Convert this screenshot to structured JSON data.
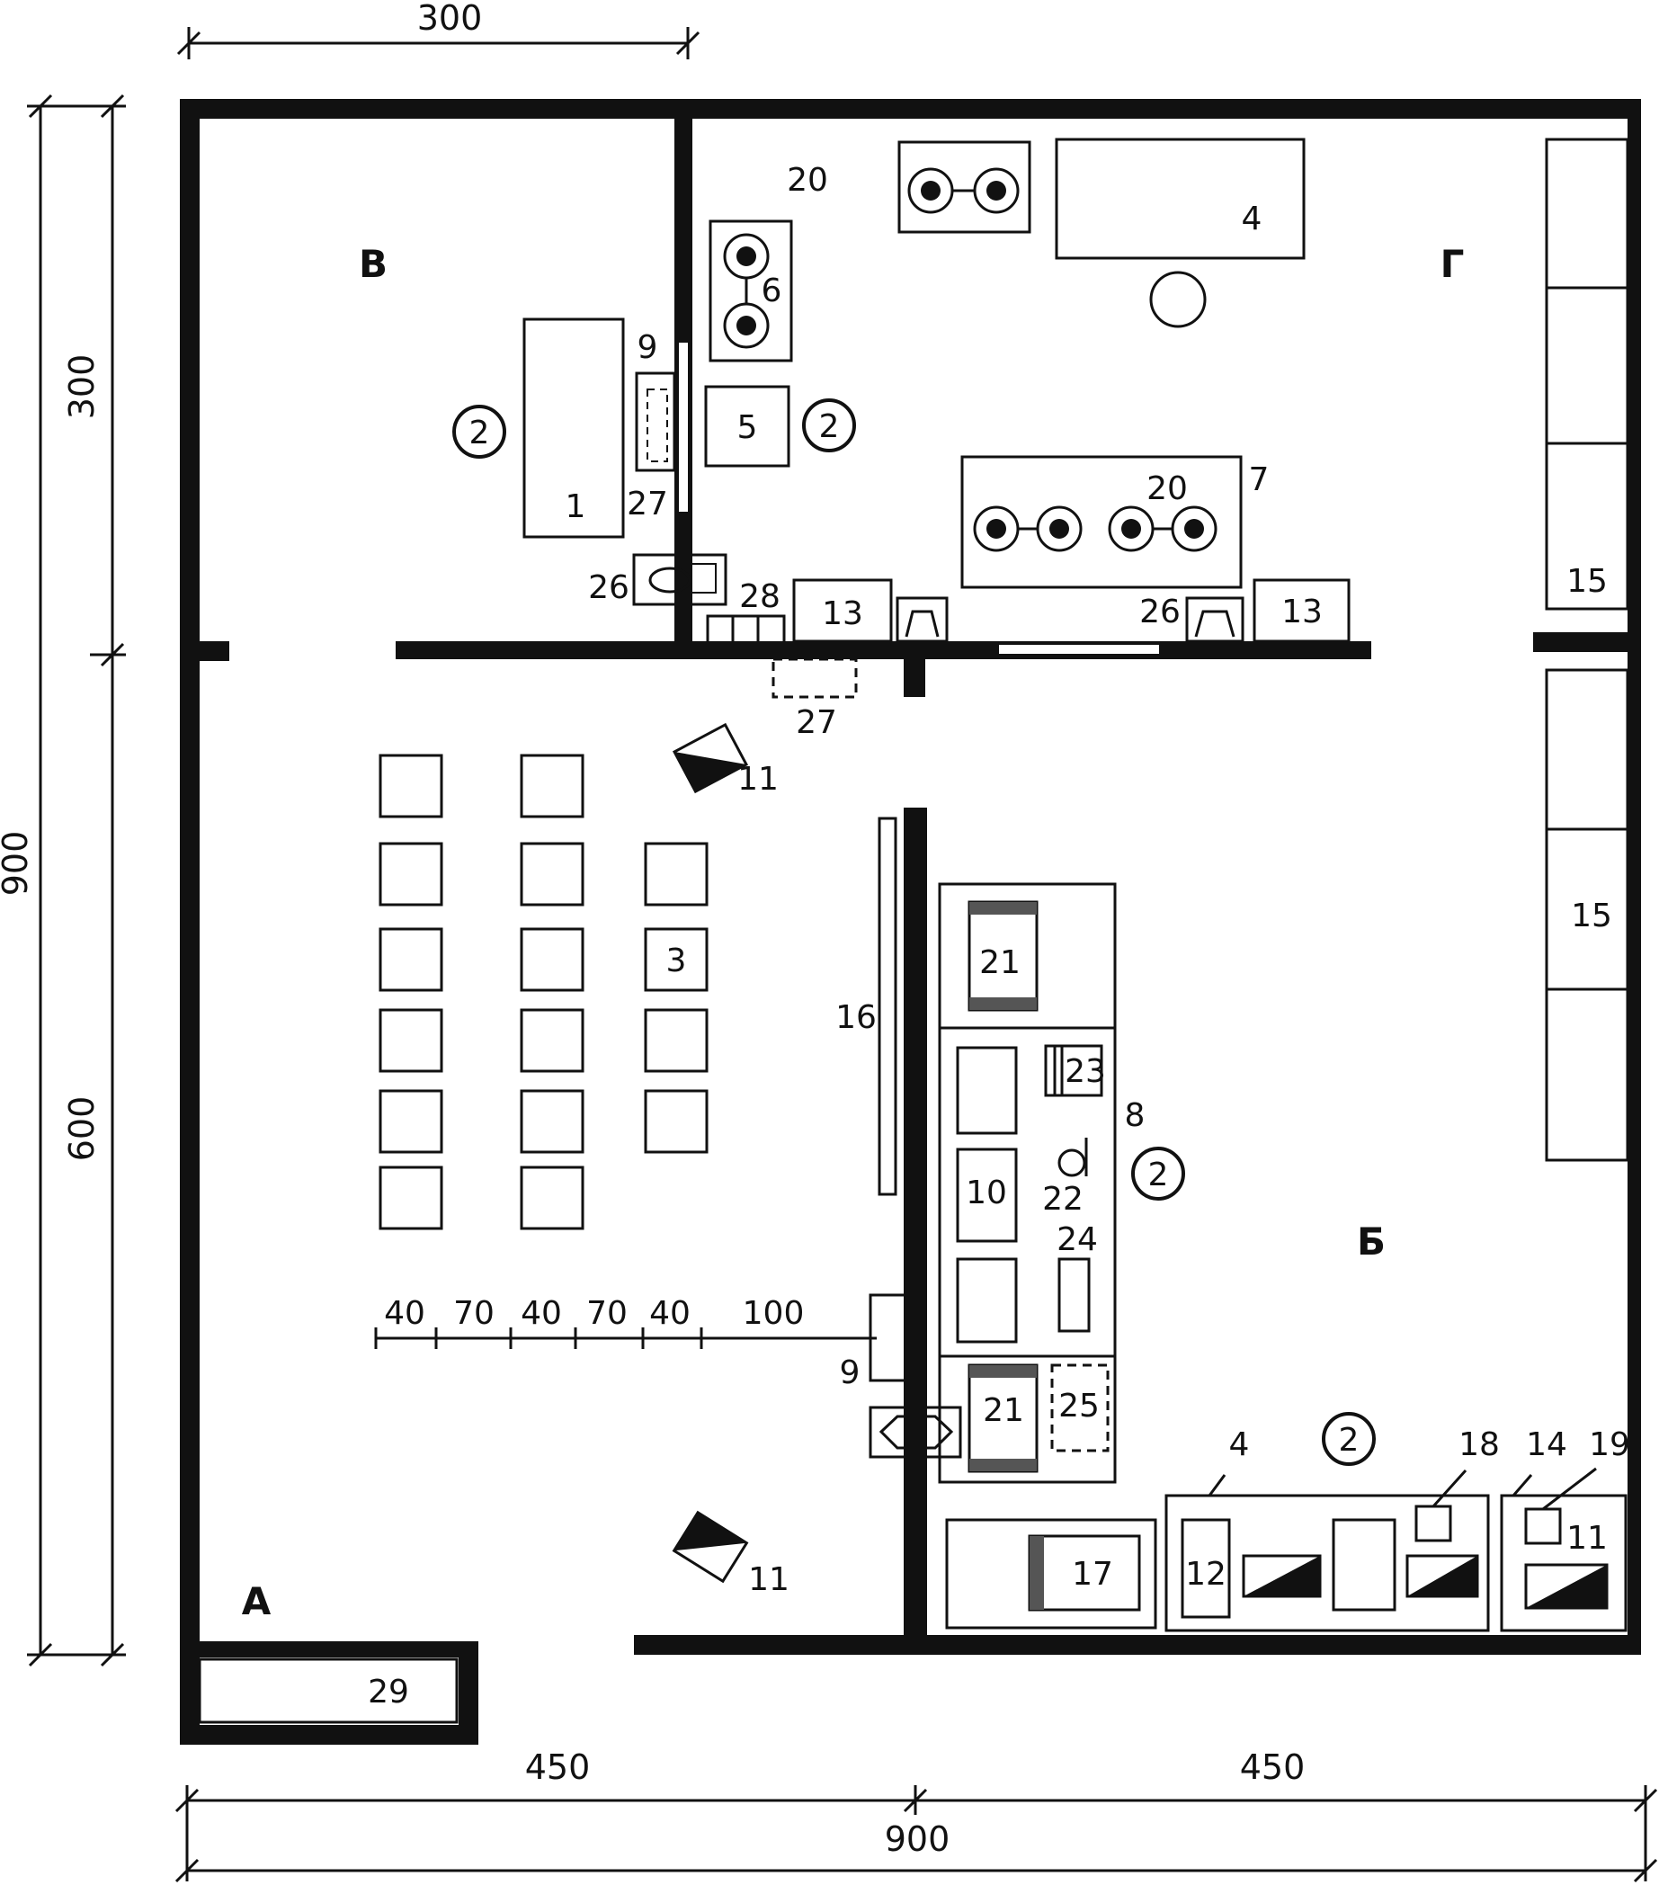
{
  "dimensions": {
    "top_300": "300",
    "left_300": "300",
    "left_600": "600",
    "left_900": "900",
    "bottom_450_left": "450",
    "bottom_450_right": "450",
    "bottom_900": "900",
    "spacing": [
      "40",
      "70",
      "40",
      "70",
      "40",
      "100"
    ]
  },
  "zones": {
    "a": "А",
    "b": "Б",
    "v": "В",
    "g": "Г"
  },
  "markers": {
    "two": "2"
  },
  "items": {
    "i1": "1",
    "i3": "3",
    "i4": "4",
    "i5": "5",
    "i6": "6",
    "i7": "7",
    "i8": "8",
    "i9": "9",
    "i10": "10",
    "i11": "11",
    "i12": "12",
    "i13": "13",
    "i14": "14",
    "i15": "15",
    "i16": "16",
    "i17": "17",
    "i18": "18",
    "i19": "19",
    "i20": "20",
    "i21": "21",
    "i22": "22",
    "i23": "23",
    "i24": "24",
    "i25": "25",
    "i26": "26",
    "i27": "27",
    "i28": "28",
    "i29": "29"
  }
}
